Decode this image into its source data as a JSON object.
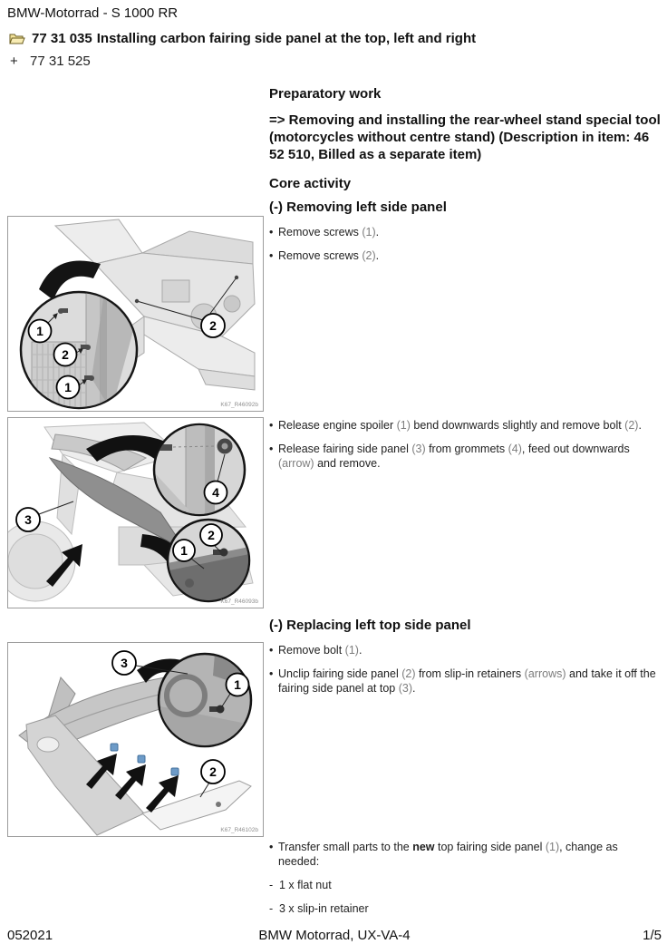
{
  "header": {
    "doc_title": "BMW-Motorrad - S 1000 RR",
    "job_code": "77 31 035",
    "job_label": "Installing carbon fairing side panel at the top, left and right",
    "expand_marker": "+",
    "linked_code": "77 31 525"
  },
  "content": {
    "bullet_char": "•",
    "dash_char": "-",
    "prep_heading": "Preparatory work",
    "prep_link_parts": [
      {
        "t": "=> Removing and installing the rear-wheel stand special tool"
      },
      {
        "br": true
      },
      {
        "t": "(motorcycles without centre stand) (Description in item: 46"
      },
      {
        "br": true
      },
      {
        "t": "52 510, Billed as a separate item)"
      }
    ],
    "core_heading": "Core activity",
    "step1_heading": "(-) Removing left side panel",
    "step1_bullets": [
      {
        "parts": [
          {
            "t": "Remove screws "
          },
          {
            "t": "(1)",
            "c": "ref"
          },
          {
            "t": "."
          }
        ]
      },
      {
        "parts": [
          {
            "t": "Remove screws "
          },
          {
            "t": "(2)",
            "c": "ref"
          },
          {
            "t": "."
          }
        ]
      }
    ],
    "step2_bullets": [
      {
        "parts": [
          {
            "t": "Release engine spoiler "
          },
          {
            "t": "(1)",
            "c": "ref"
          },
          {
            "t": " bend downwards slightly and remove bolt "
          },
          {
            "t": "(2)",
            "c": "ref"
          },
          {
            "t": "."
          }
        ]
      },
      {
        "parts": [
          {
            "t": "Release fairing side panel "
          },
          {
            "t": "(3)",
            "c": "ref"
          },
          {
            "t": " from grommets "
          },
          {
            "t": "(4)",
            "c": "ref"
          },
          {
            "t": ", feed out downwards"
          },
          {
            "br": true
          },
          {
            "t": "(arrow)",
            "c": "ref"
          },
          {
            "t": " and remove."
          }
        ]
      }
    ],
    "step3_heading": "(-) Replacing left top side panel",
    "step3_bullets": [
      {
        "parts": [
          {
            "t": "Remove bolt "
          },
          {
            "t": "(1)",
            "c": "ref"
          },
          {
            "t": "."
          }
        ]
      },
      {
        "parts": [
          {
            "t": "Unclip fairing side panel "
          },
          {
            "t": "(2)",
            "c": "ref"
          },
          {
            "t": " from slip-in retainers "
          },
          {
            "t": "(arrows)",
            "c": "ref"
          },
          {
            "t": " and take it off the"
          },
          {
            "br": true
          },
          {
            "t": "fairing side panel at top "
          },
          {
            "t": "(3)",
            "c": "ref"
          },
          {
            "t": "."
          }
        ]
      }
    ],
    "step4_bullets": [
      {
        "parts": [
          {
            "t": "Transfer small parts to the "
          },
          {
            "t": "new",
            "c": "b"
          },
          {
            "t": " top fairing side panel "
          },
          {
            "t": "(1)",
            "c": "ref"
          },
          {
            "t": ", change as"
          },
          {
            "br": true
          },
          {
            "t": "needed:"
          }
        ]
      }
    ],
    "step4_subitems": [
      {
        "parts": [
          {
            "t": "1 x flat nut"
          }
        ]
      },
      {
        "parts": [
          {
            "t": "3 x slip-in retainer"
          }
        ]
      }
    ]
  },
  "figures": [
    {
      "code": "K67_R46092b",
      "callouts": [
        "1",
        "2",
        "1",
        "2"
      ]
    },
    {
      "code": "K67_R46093b",
      "callouts": [
        "3",
        "4",
        "1",
        "2"
      ]
    },
    {
      "code": "K67_R46102b",
      "callouts": [
        "3",
        "1",
        "2"
      ]
    }
  ],
  "footer": {
    "date_code": "052021",
    "center": "BMW Motorrad, UX-VA-4",
    "page": "1/5"
  },
  "colors": {
    "ref_gray": "#7d7d7d",
    "retainer_blue": "#6d9bc8",
    "folder_yellow": "#f3e29a"
  }
}
